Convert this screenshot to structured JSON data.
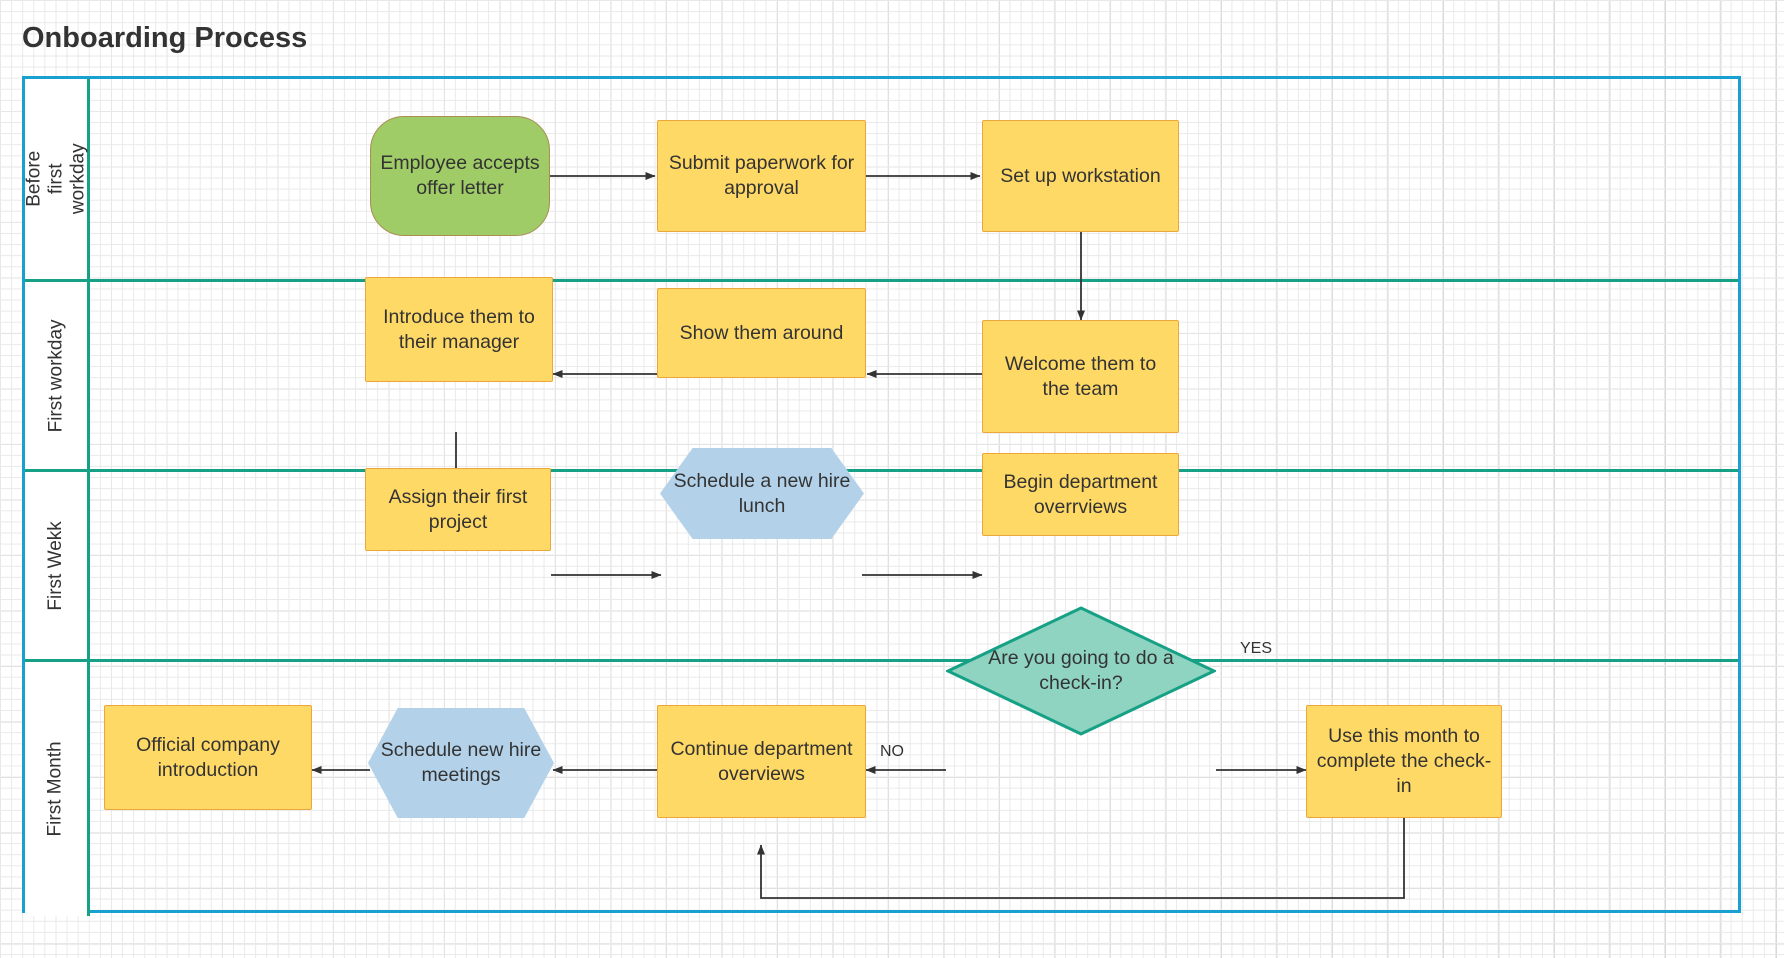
{
  "title": "Onboarding Process",
  "colors": {
    "pool_border": "#18A0D0",
    "lane_border": "#16A085",
    "process_fill": "#FFD966",
    "process_border": "#EDA63A",
    "start_fill": "#9FCC67",
    "start_border": "#A88E52",
    "hex_fill": "#B3D2EA",
    "decision_fill": "#8FD4C0",
    "decision_border": "#16A085",
    "text": "#333333",
    "arrow": "#333333",
    "grid": "#e9e9e9"
  },
  "lanes": [
    {
      "id": "lane-before-first-workday",
      "label": "Before first workday"
    },
    {
      "id": "lane-first-workday",
      "label": "First workday"
    },
    {
      "id": "lane-first-week",
      "label": "First Wekk"
    },
    {
      "id": "lane-first-month",
      "label": "First Month"
    }
  ],
  "nodes": [
    {
      "id": "employee-accepts-offer-letter",
      "label": "Employee accepts offer letter",
      "shape": "start",
      "lane": 0
    },
    {
      "id": "submit-paperwork-for-approval",
      "label": "Submit paperwork for approval",
      "shape": "process",
      "lane": 0
    },
    {
      "id": "set-up-workstation",
      "label": "Set up workstation",
      "shape": "process",
      "lane": 0
    },
    {
      "id": "welcome-them-to-the-team",
      "label": "Welcome them to the team",
      "shape": "process",
      "lane": 1
    },
    {
      "id": "show-them-around",
      "label": "Show them around",
      "shape": "process",
      "lane": 1
    },
    {
      "id": "introduce-them-to-their-manager",
      "label": "Introduce them to their manager",
      "shape": "process",
      "lane": 1
    },
    {
      "id": "assign-their-first-project",
      "label": "Assign their first project",
      "shape": "process",
      "lane": 2
    },
    {
      "id": "schedule-a-new-hire-lunch",
      "label": "Schedule a new hire lunch",
      "shape": "hexagon",
      "lane": 2
    },
    {
      "id": "begin-department-overrviews",
      "label": "Begin department overrviews",
      "shape": "process",
      "lane": 2
    },
    {
      "id": "are-you-going-to-do-a-check-in",
      "label": "Are you going to do a check-in?",
      "shape": "decision",
      "lane": 3
    },
    {
      "id": "use-this-month-to-complete-the-check-in",
      "label": "Use this month to complete the check-in",
      "shape": "process",
      "lane": 3
    },
    {
      "id": "continue-department-overviews",
      "label": "Continue department overviews",
      "shape": "process",
      "lane": 3
    },
    {
      "id": "schedule-new-hire-meetings",
      "label": "Schedule new hire meetings",
      "shape": "hexagon",
      "lane": 3
    },
    {
      "id": "official-company-introduction",
      "label": "Official company introduction",
      "shape": "process",
      "lane": 3
    }
  ],
  "edge_labels": {
    "no": "NO",
    "yes": "YES"
  },
  "edges": [
    {
      "from": "employee-accepts-offer-letter",
      "to": "submit-paperwork-for-approval",
      "label": ""
    },
    {
      "from": "submit-paperwork-for-approval",
      "to": "set-up-workstation",
      "label": ""
    },
    {
      "from": "set-up-workstation",
      "to": "welcome-them-to-the-team",
      "label": ""
    },
    {
      "from": "welcome-them-to-the-team",
      "to": "show-them-around",
      "label": ""
    },
    {
      "from": "show-them-around",
      "to": "introduce-them-to-their-manager",
      "label": ""
    },
    {
      "from": "introduce-them-to-their-manager",
      "to": "assign-their-first-project",
      "label": ""
    },
    {
      "from": "assign-their-first-project",
      "to": "schedule-a-new-hire-lunch",
      "label": ""
    },
    {
      "from": "schedule-a-new-hire-lunch",
      "to": "begin-department-overrviews",
      "label": ""
    },
    {
      "from": "begin-department-overrviews",
      "to": "are-you-going-to-do-a-check-in",
      "label": ""
    },
    {
      "from": "are-you-going-to-do-a-check-in",
      "to": "continue-department-overviews",
      "label": "NO"
    },
    {
      "from": "are-you-going-to-do-a-check-in",
      "to": "use-this-month-to-complete-the-check-in",
      "label": "YES"
    },
    {
      "from": "use-this-month-to-complete-the-check-in",
      "to": "continue-department-overviews",
      "label": ""
    },
    {
      "from": "continue-department-overviews",
      "to": "schedule-new-hire-meetings",
      "label": ""
    },
    {
      "from": "schedule-new-hire-meetings",
      "to": "official-company-introduction",
      "label": ""
    }
  ]
}
